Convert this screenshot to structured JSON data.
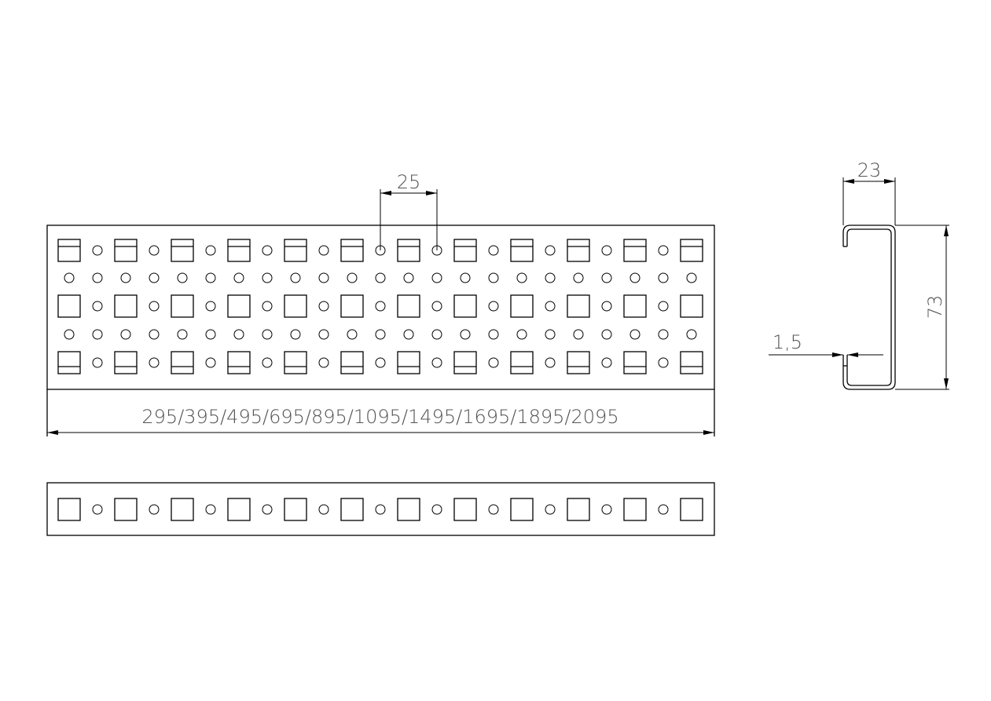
{
  "drawing": {
    "top_view": {
      "hole_pitch_label": "25",
      "length_label": "295/395/495/695/895/1095/1495/1695/1895/2095"
    },
    "profile": {
      "width_label": "23",
      "height_label": "73",
      "thickness_label": "1,5"
    },
    "line_color": "#000000",
    "text_color": "#555555"
  }
}
